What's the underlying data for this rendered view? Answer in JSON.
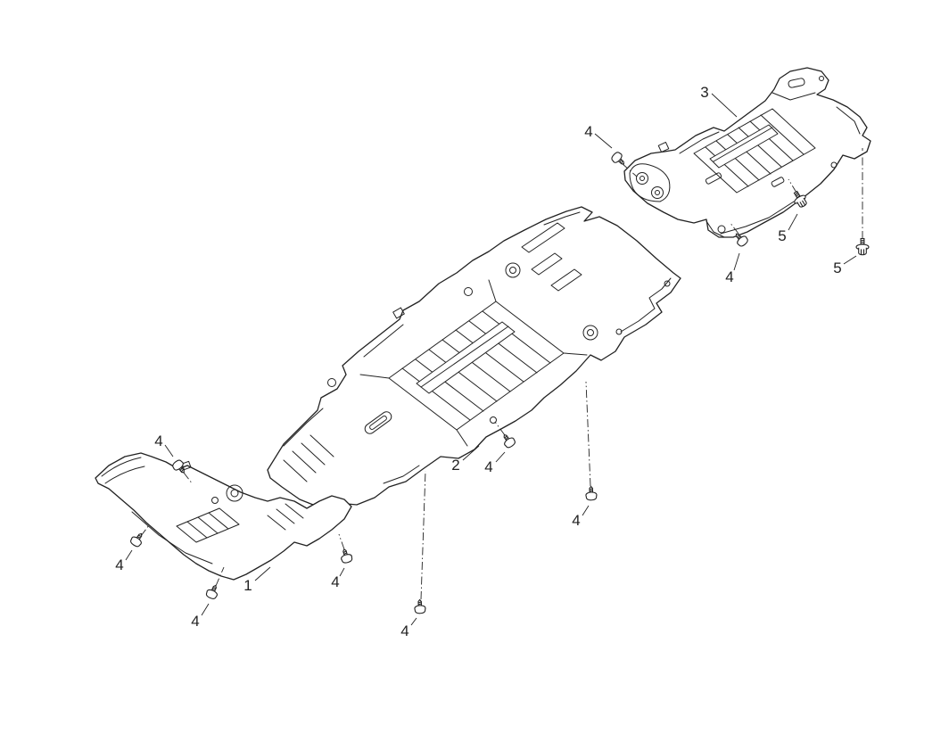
{
  "diagram": {
    "background_color": "#ffffff",
    "line_color": "#222222",
    "callouts": [
      {
        "label": "3"
      },
      {
        "label": "4"
      },
      {
        "label": "5"
      },
      {
        "label": "5"
      },
      {
        "label": "4"
      },
      {
        "label": "2"
      },
      {
        "label": "4"
      },
      {
        "label": "4"
      },
      {
        "label": "4"
      },
      {
        "label": "4"
      },
      {
        "label": "1"
      },
      {
        "label": "4"
      },
      {
        "label": "4"
      },
      {
        "label": "4"
      }
    ],
    "icons": {
      "screw": "flat-head-screw-icon",
      "bolt": "hex-flange-bolt-icon"
    }
  }
}
